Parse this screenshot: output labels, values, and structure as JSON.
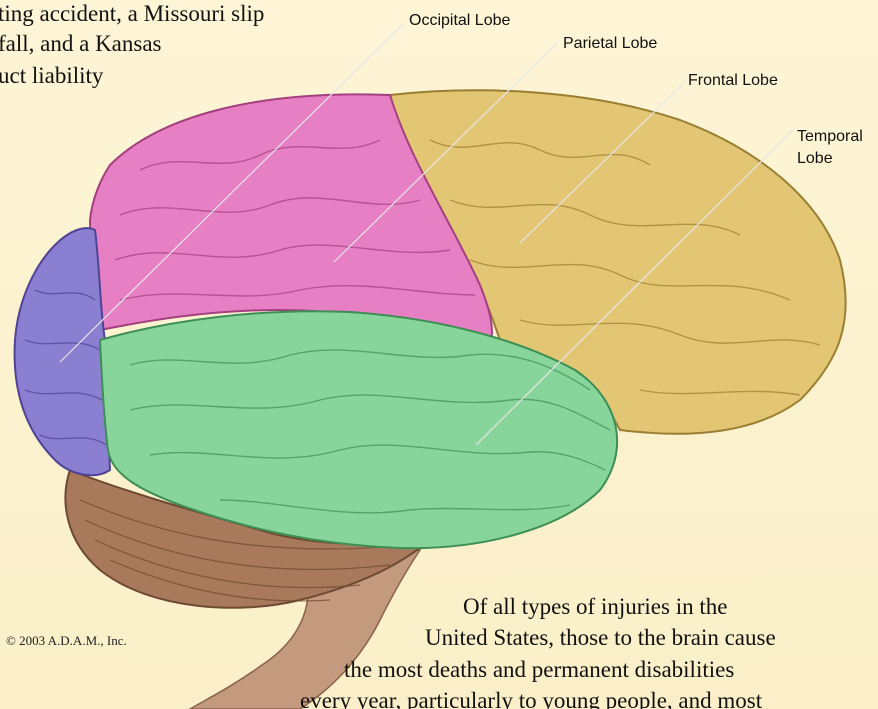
{
  "intro_text": {
    "lines": [
      "ting accident, a Missouri slip",
      "fall, and a Kansas",
      "uct liability"
    ]
  },
  "labels": {
    "occipital": "Occipital Lobe",
    "parietal": "Parietal Lobe",
    "frontal": "Frontal Lobe",
    "temporal_line1": "Temporal",
    "temporal_line2": "Lobe"
  },
  "colors": {
    "occipital_lobe": "#8c7fd0",
    "parietal_lobe": "#e77ec3",
    "frontal_lobe": "#e4c874",
    "temporal_lobe": "#86d49a",
    "cerebellum": "#a57a58",
    "brainstem": "#c2977c",
    "background": "#fbf2cf"
  },
  "copyright": "© 2003 A.D.A.M., Inc.",
  "body_text": {
    "lines": [
      "Of all types of injuries in the",
      "United States, those to the brain cause",
      "the most deaths and permanent disabilities",
      "every year, particularly to young people, and most"
    ]
  }
}
